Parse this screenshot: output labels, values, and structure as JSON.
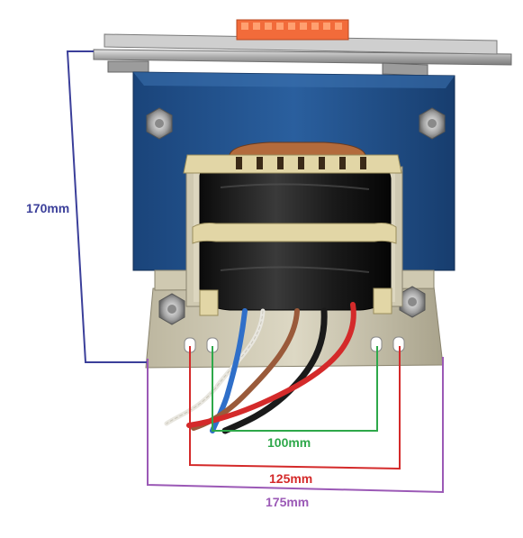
{
  "image": {
    "subject": "transformer",
    "dimensions": {
      "height_label": "170mm",
      "inner_mount_label": "100mm",
      "outer_mount_label": "125mm",
      "width_label": "175mm"
    },
    "colors": {
      "height_line": "#3b3f9a",
      "inner_line": "#2ea84a",
      "outer_line": "#d42a2a",
      "width_line": "#9b59b6",
      "housing_blue": "#1f4f8a",
      "rail_steel": "#b8b8b8",
      "terminal_orange": "#f26b3a",
      "bracket_metal": "#c9c3a8",
      "winding_black": "#141414",
      "bobbin_cream": "#e2d6a6"
    }
  }
}
